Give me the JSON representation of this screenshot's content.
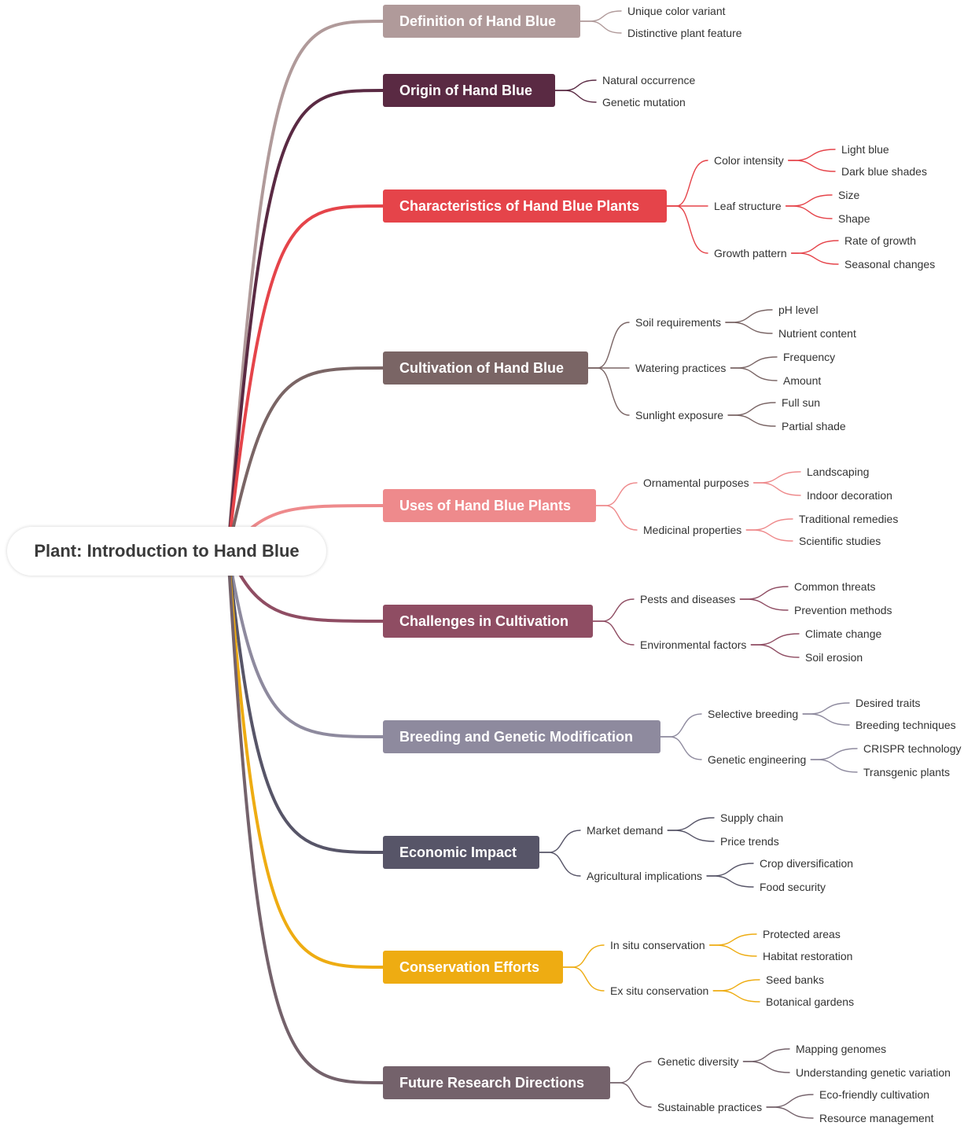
{
  "title": "Plant: Introduction to Hand Blue",
  "branches": [
    {
      "label": "Definition of Hand Blue",
      "color": "#b09a9a",
      "children": [
        {
          "label": "Unique color variant"
        },
        {
          "label": "Distinctive plant feature"
        }
      ]
    },
    {
      "label": "Origin of Hand Blue",
      "color": "#5a2a43",
      "children": [
        {
          "label": "Natural occurrence"
        },
        {
          "label": "Genetic mutation"
        }
      ]
    },
    {
      "label": "Characteristics of Hand Blue Plants",
      "color": "#e5444a",
      "children": [
        {
          "label": "Color intensity",
          "children": [
            {
              "label": "Light blue"
            },
            {
              "label": "Dark blue shades"
            }
          ]
        },
        {
          "label": "Leaf structure",
          "children": [
            {
              "label": "Size"
            },
            {
              "label": "Shape"
            }
          ]
        },
        {
          "label": "Growth pattern",
          "children": [
            {
              "label": "Rate of growth"
            },
            {
              "label": "Seasonal changes"
            }
          ]
        }
      ]
    },
    {
      "label": "Cultivation of Hand Blue",
      "color": "#7a6565",
      "children": [
        {
          "label": "Soil requirements",
          "children": [
            {
              "label": "pH level"
            },
            {
              "label": "Nutrient content"
            }
          ]
        },
        {
          "label": "Watering practices",
          "children": [
            {
              "label": "Frequency"
            },
            {
              "label": "Amount"
            }
          ]
        },
        {
          "label": "Sunlight exposure",
          "children": [
            {
              "label": "Full sun"
            },
            {
              "label": "Partial shade"
            }
          ]
        }
      ]
    },
    {
      "label": "Uses of Hand Blue Plants",
      "color": "#ee8a8c",
      "children": [
        {
          "label": "Ornamental purposes",
          "children": [
            {
              "label": "Landscaping"
            },
            {
              "label": "Indoor decoration"
            }
          ]
        },
        {
          "label": "Medicinal properties",
          "children": [
            {
              "label": "Traditional remedies"
            },
            {
              "label": "Scientific studies"
            }
          ]
        }
      ]
    },
    {
      "label": "Challenges in Cultivation",
      "color": "#8f4d63",
      "children": [
        {
          "label": "Pests and diseases",
          "children": [
            {
              "label": "Common threats"
            },
            {
              "label": "Prevention methods"
            }
          ]
        },
        {
          "label": "Environmental factors",
          "children": [
            {
              "label": "Climate change"
            },
            {
              "label": "Soil erosion"
            }
          ]
        }
      ]
    },
    {
      "label": "Breeding and Genetic Modification",
      "color": "#8e8a9e",
      "children": [
        {
          "label": "Selective breeding",
          "children": [
            {
              "label": "Desired traits"
            },
            {
              "label": "Breeding techniques"
            }
          ]
        },
        {
          "label": "Genetic engineering",
          "children": [
            {
              "label": "CRISPR technology"
            },
            {
              "label": "Transgenic plants"
            }
          ]
        }
      ]
    },
    {
      "label": "Economic Impact",
      "color": "#575568",
      "children": [
        {
          "label": "Market demand",
          "children": [
            {
              "label": "Supply chain"
            },
            {
              "label": "Price trends"
            }
          ]
        },
        {
          "label": "Agricultural implications",
          "children": [
            {
              "label": "Crop diversification"
            },
            {
              "label": "Food security"
            }
          ]
        }
      ]
    },
    {
      "label": "Conservation Efforts",
      "color": "#eeac12",
      "children": [
        {
          "label": "In situ conservation",
          "children": [
            {
              "label": "Protected areas"
            },
            {
              "label": "Habitat restoration"
            }
          ]
        },
        {
          "label": "Ex situ conservation",
          "children": [
            {
              "label": "Seed banks"
            },
            {
              "label": "Botanical gardens"
            }
          ]
        }
      ]
    },
    {
      "label": "Future Research Directions",
      "color": "#74626b",
      "children": [
        {
          "label": "Genetic diversity",
          "children": [
            {
              "label": "Mapping genomes"
            },
            {
              "label": "Understanding genetic variation"
            }
          ]
        },
        {
          "label": "Sustainable practices",
          "children": [
            {
              "label": "Eco-friendly cultivation"
            },
            {
              "label": "Resource management"
            }
          ]
        }
      ]
    }
  ]
}
